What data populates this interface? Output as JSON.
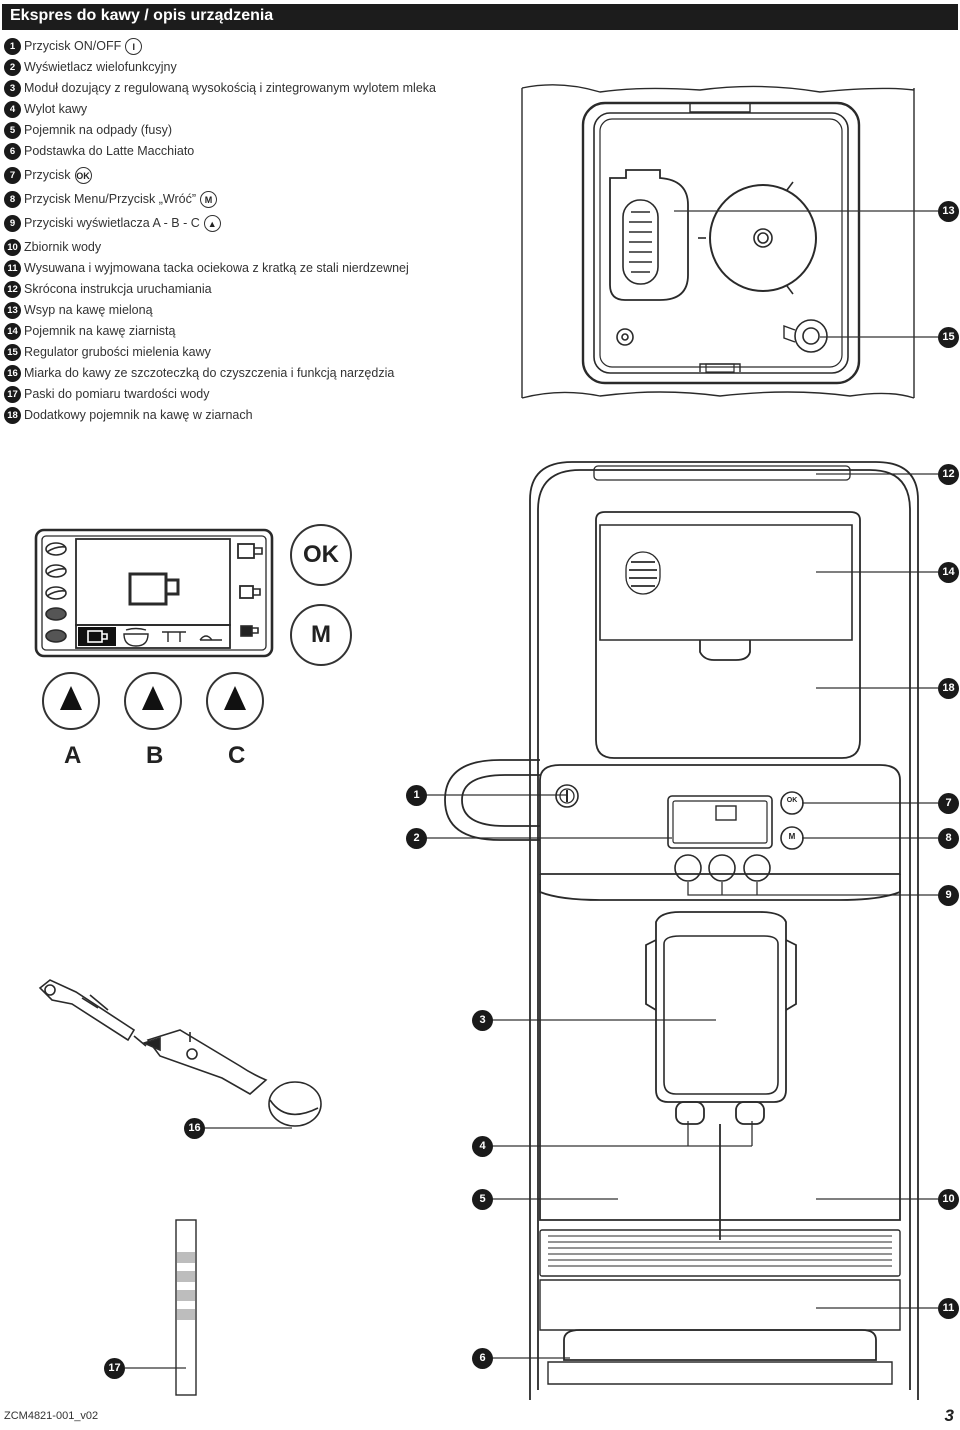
{
  "header": {
    "title": "Ekspres do kawy / opis urządzenia"
  },
  "legend": [
    {
      "num": "1",
      "label": "Przycisk ON/OFF",
      "icon": "I"
    },
    {
      "num": "2",
      "label": "Wyświetlacz wielofunkcyjny"
    },
    {
      "num": "3",
      "label": "Moduł dozujący z regulowaną wysokością i zintegrowanym wylotem mleka"
    },
    {
      "num": "4",
      "label": "Wylot kawy"
    },
    {
      "num": "5",
      "label": "Pojemnik na odpady (fusy)"
    },
    {
      "num": "6",
      "label": "Podstawka do Latte Macchiato"
    },
    {
      "num": "7",
      "label": "Przycisk",
      "icon": "OK"
    },
    {
      "num": "8",
      "label": "Przycisk Menu/Przycisk „Wróć”",
      "icon": "M"
    },
    {
      "num": "9",
      "label": "Przyciski wyświetlacza A - B - C",
      "icon": "▲"
    },
    {
      "num": "10",
      "label": "Zbiornik wody"
    },
    {
      "num": "11",
      "label": "Wysuwana i wyjmowana tacka ociekowa z kratką ze stali nierdzewnej"
    },
    {
      "num": "12",
      "label": "Skrócona instrukcja uruchamiania"
    },
    {
      "num": "13",
      "label": "Wsyp na kawę mieloną"
    },
    {
      "num": "14",
      "label": "Pojemnik na kawę ziarnistą"
    },
    {
      "num": "15",
      "label": "Regulator grubości mielenia kawy"
    },
    {
      "num": "16",
      "label": "Miarka do kawy ze szczoteczką do czyszczenia i funkcją narzędzia"
    },
    {
      "num": "17",
      "label": "Paski do pomiaru twardości wody"
    },
    {
      "num": "18",
      "label": "Dodatkowy pojemnik na kawę w ziarnach"
    }
  ],
  "panel": {
    "ok_label": "OK",
    "m_label": "M",
    "buttons": [
      "A",
      "B",
      "C"
    ]
  },
  "machine_panel": {
    "ok_label": "OK",
    "m_label": "M"
  },
  "callouts": {
    "c13": "13",
    "c15": "15",
    "c12": "12",
    "c14": "14",
    "c18": "18",
    "c1": "1",
    "c7": "7",
    "c2": "2",
    "c8": "8",
    "c9": "9",
    "c3": "3",
    "c16": "16",
    "c4": "4",
    "c5": "5",
    "c10": "10",
    "c11": "11",
    "c6": "6",
    "c17": "17"
  },
  "footer": {
    "code": "ZCM4821-001_v02",
    "page": "3"
  }
}
